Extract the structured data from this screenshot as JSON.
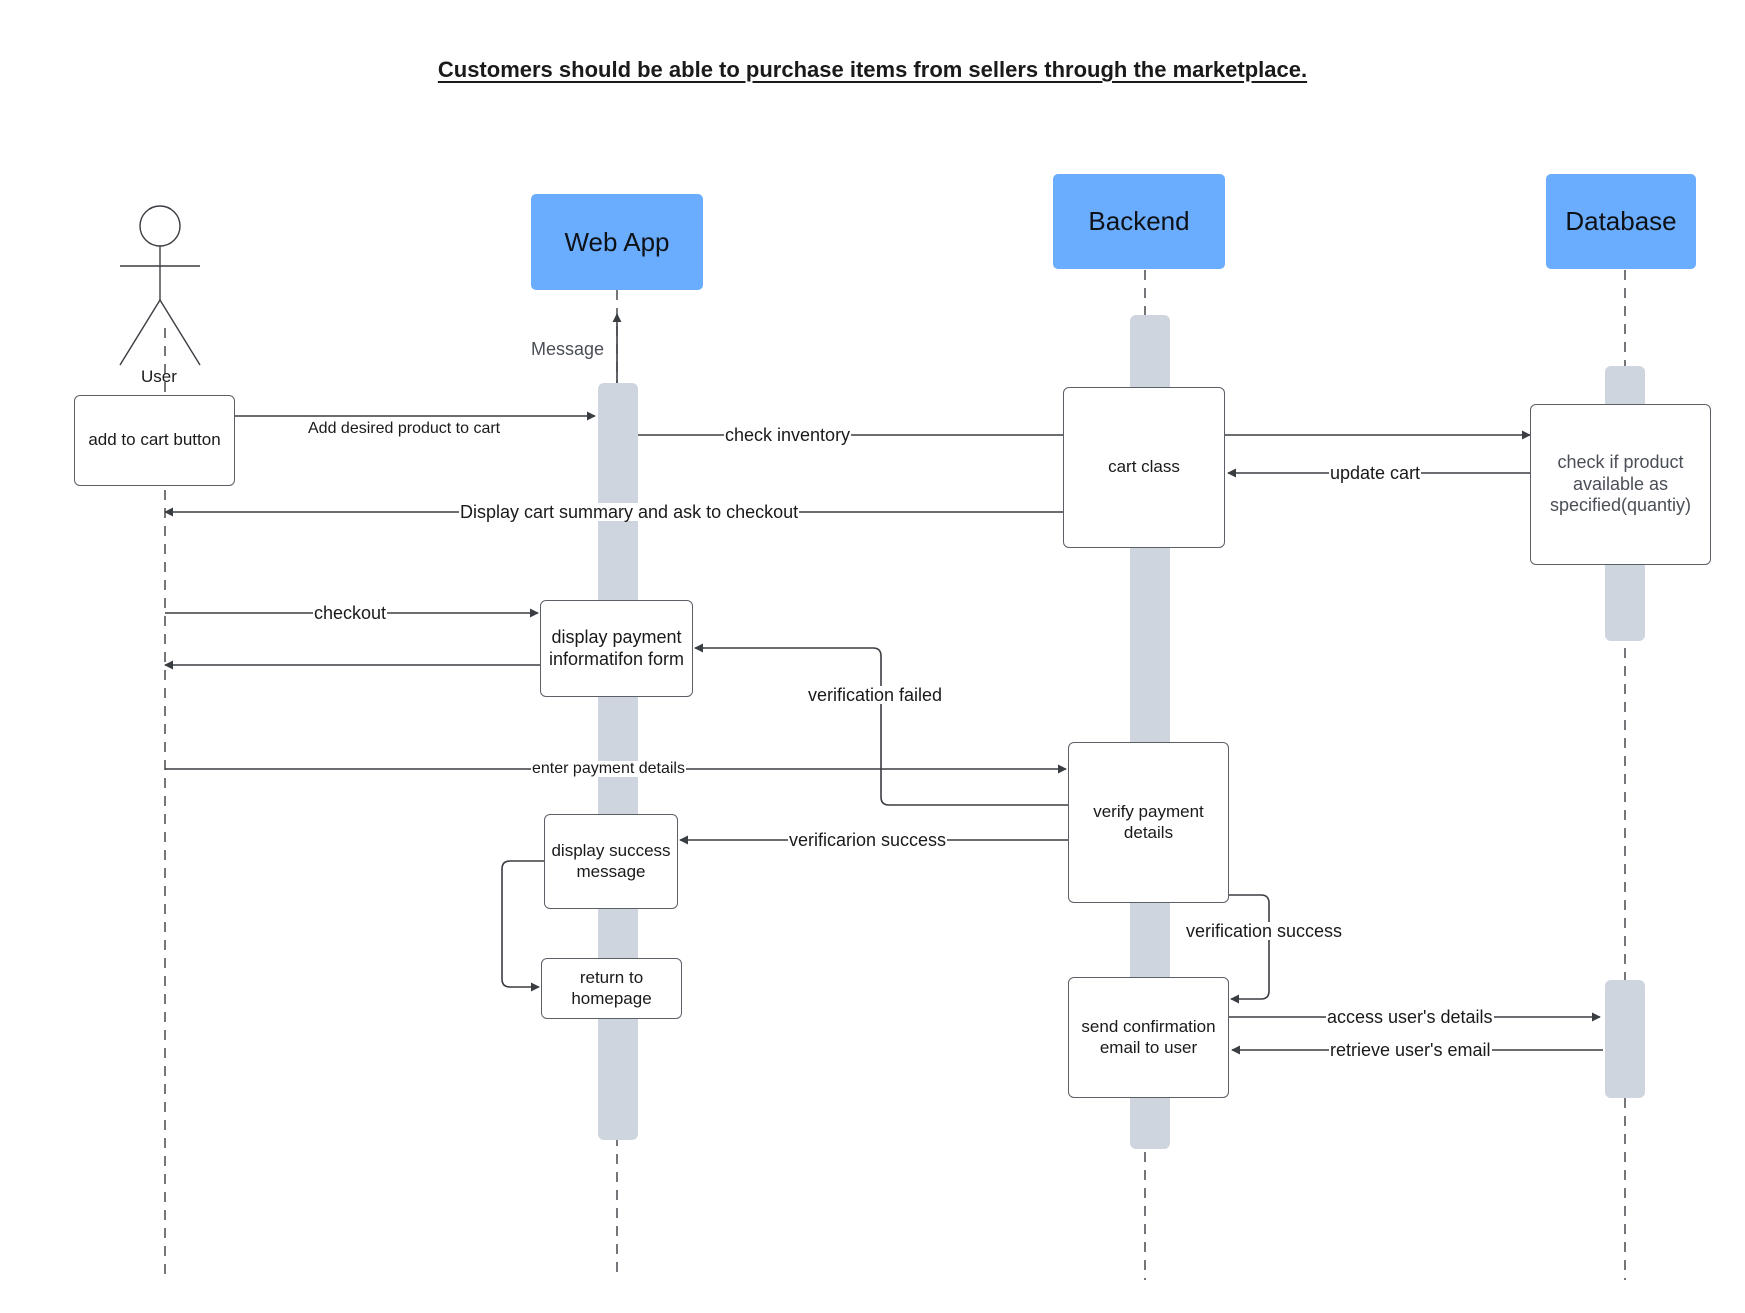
{
  "title": "Customers should be able to purchase items from sellers through the marketplace.",
  "colors": {
    "header_fill": "#6aadff",
    "activation_bar": "#cfd5de",
    "line": "#3a3d42"
  },
  "actors": {
    "user": "User",
    "web_app": "Web App",
    "backend": "Backend",
    "database": "Database"
  },
  "boxes": {
    "add_to_cart": "add to cart button",
    "cart_class": "cart class",
    "check_product": "check if product available as specified(quantiy)",
    "payment_form": "display payment informatifon form",
    "verify_payment": "verify payment details",
    "success_message": "display success message",
    "return_homepage": "return to homepage",
    "send_confirmation": "send confirmation email to user"
  },
  "messages": {
    "message": "Message",
    "add_product": "Add desired product to cart",
    "check_inventory": "check inventory",
    "update_cart": "update cart",
    "display_summary": "Display cart summary and ask to checkout",
    "checkout": "checkout",
    "verification_failed": "verification failed",
    "enter_payment": "enter payment details",
    "verification_success_1": "verificarion success",
    "verification_success_2": "verification success",
    "access_details": "access user's details",
    "retrieve_email": "retrieve user's email"
  }
}
